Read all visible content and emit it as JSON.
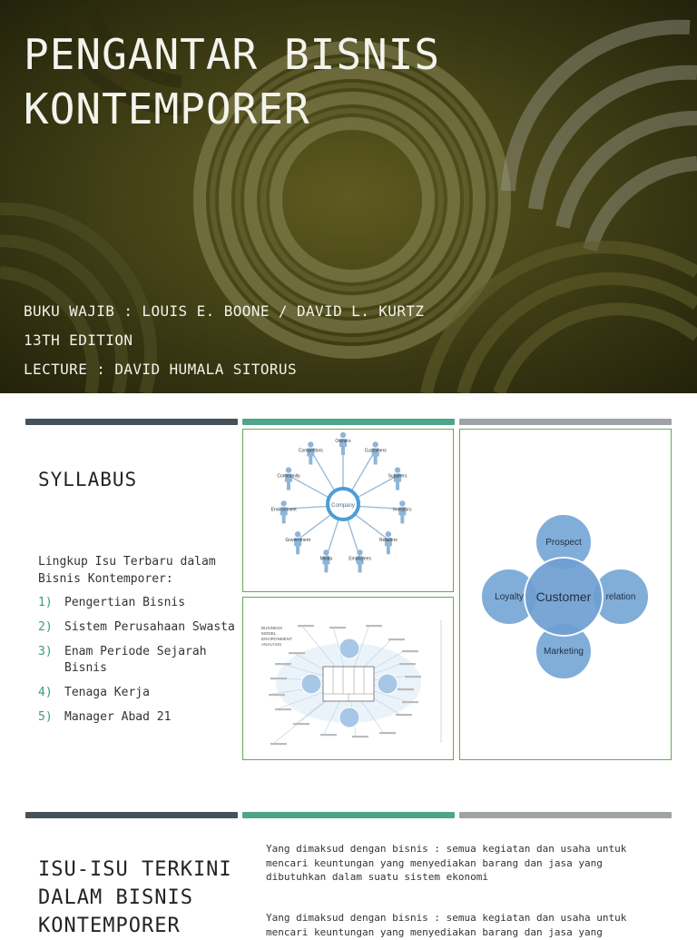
{
  "slide1": {
    "title_line1": "PENGANTAR BISNIS",
    "title_line2": "KONTEMPORER",
    "book": "BUKU WAJIB : LOUIS E. BOONE / DAVID L. KURTZ",
    "edition": "13TH EDITION",
    "lecture": "LECTURE : DAVID HUMALA SITORUS"
  },
  "slide2": {
    "title": "SYLLABUS",
    "intro": "Lingkup Isu Terbaru dalam Bisnis Kontemporer:",
    "items": [
      {
        "num": "1)",
        "text": "Pengertian Bisnis"
      },
      {
        "num": "2)",
        "text": "Sistem Perusahaan Swasta"
      },
      {
        "num": "3)",
        "text": "Enam Periode Sejarah Bisnis"
      },
      {
        "num": "4)",
        "text": "Tenaga Kerja"
      },
      {
        "num": "5)",
        "text": "Manager Abad 21"
      }
    ],
    "stakeholder_diagram": {
      "center": "Company",
      "nodes": [
        "Owners",
        "Customers",
        "Suppliers",
        "Investors",
        "Retailers",
        "Employees",
        "Media",
        "Government",
        "Environment",
        "Community",
        "Competitors"
      ]
    },
    "business_model_diagram": {
      "title_lines": [
        "BUSINESS",
        "MODEL",
        "ENVIRONMENT",
        "ANALYSIS"
      ]
    },
    "customer_diagram": {
      "center": "Customer",
      "top": "Prospect",
      "left": "Loyalty",
      "right": "relation",
      "bottom": "Marketing"
    }
  },
  "slide3": {
    "title_line1": "ISU-ISU TERKINI",
    "title_line2": "DALAM BISNIS",
    "title_line3": "KONTEMPORER",
    "para1": "Yang dimaksud dengan bisnis : semua kegiatan dan usaha untuk mencari keuntungan yang menyediakan barang dan jasa yang dibutuhkan dalam suatu sistem ekonomi",
    "para2": "Yang dimaksud dengan bisnis : semua kegiatan dan usaha untuk mencari keuntungan yang menyediakan barang dan jasa yang"
  }
}
